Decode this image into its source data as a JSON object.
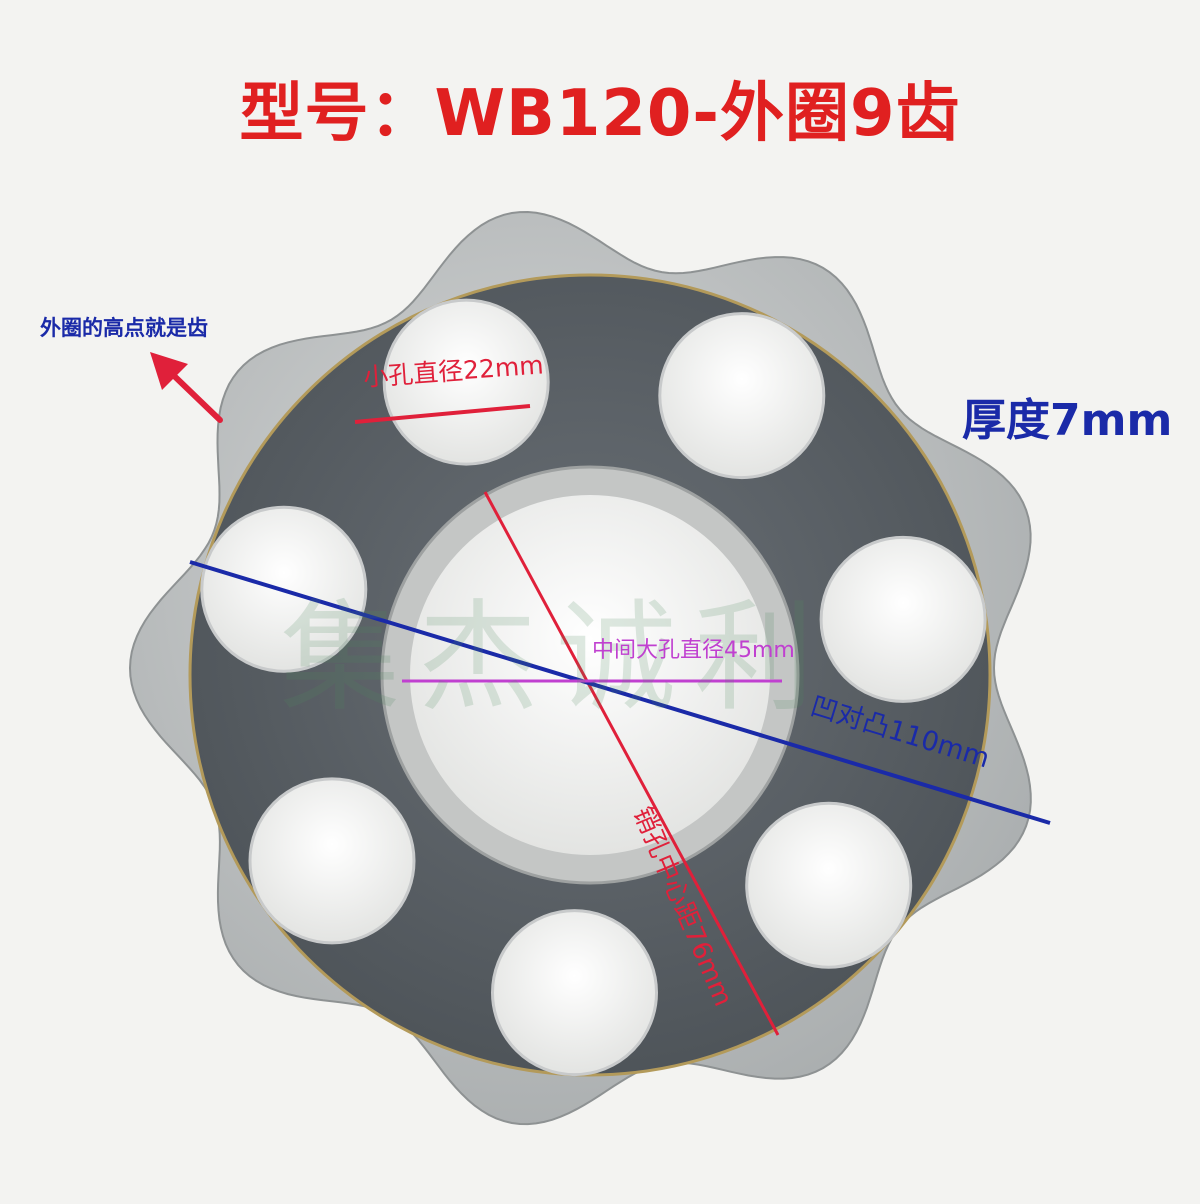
{
  "title": "型号：WB120-外圈9齿",
  "notes": {
    "teeth_note": "外圈的高点就是齿",
    "thickness": "厚度7mm",
    "small_hole": "小孔直径22mm",
    "center_hole": "中间大孔直径45mm",
    "outer_span": "凹对凸110mm",
    "hole_pitch": "销孔中心距76mm"
  },
  "colors": {
    "title": "#e02020",
    "blue_text": "#1a2aa8",
    "red_line": "#e0203a",
    "blue_line": "#1a2aa8",
    "magenta_line": "#c040d0",
    "plate_dark": "#5c6268",
    "plate_steel": "#b9bcbc"
  },
  "icons": {
    "arrow": "arrow-up-left-icon"
  }
}
